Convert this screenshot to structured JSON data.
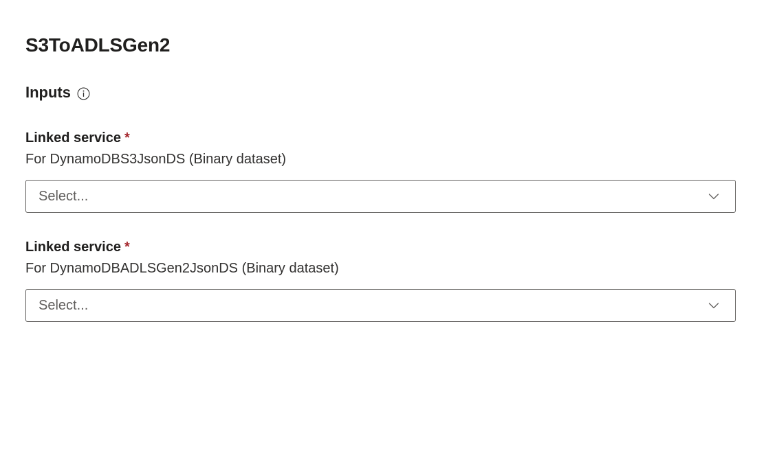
{
  "page": {
    "title": "S3ToADLSGen2"
  },
  "section": {
    "heading": "Inputs",
    "info_icon": "info-circle-icon"
  },
  "colors": {
    "required_asterisk": "#a4262c",
    "text_primary": "#201f1e",
    "text_secondary": "#323130",
    "placeholder": "#605e5c",
    "field_border": "#605e5c",
    "background": "#ffffff"
  },
  "fields": [
    {
      "label": "Linked service",
      "required_mark": "*",
      "description": "For DynamoDBS3JsonDS (Binary dataset)",
      "placeholder": "Select...",
      "value": "",
      "chevron_icon": "chevron-down-icon"
    },
    {
      "label": "Linked service",
      "required_mark": "*",
      "description": "For DynamoDBADLSGen2JsonDS (Binary dataset)",
      "placeholder": "Select...",
      "value": "",
      "chevron_icon": "chevron-down-icon"
    }
  ]
}
